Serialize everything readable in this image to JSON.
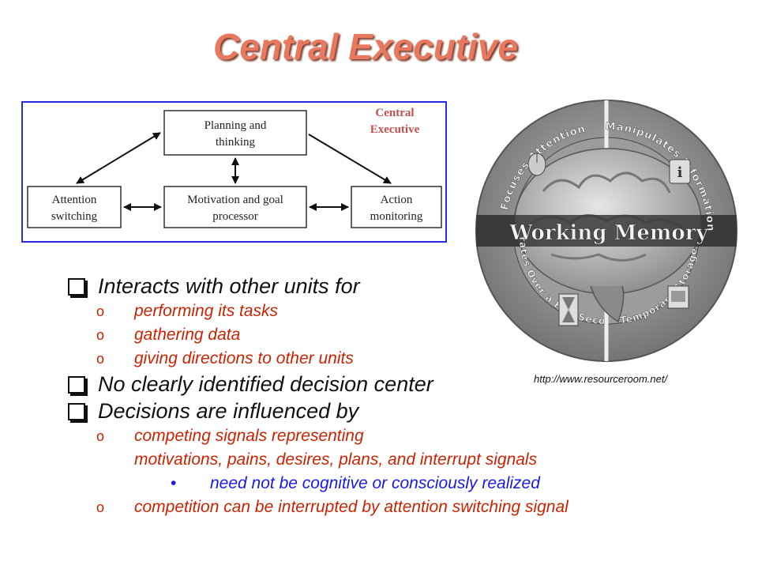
{
  "slide": {
    "title": "Central Executive",
    "source_url": "http://www.resourceroom.net/"
  },
  "diagram": {
    "label_line1": "Central",
    "label_line2": "Executive",
    "boxes": {
      "planning": [
        "Planning and",
        "thinking"
      ],
      "attention": [
        "Attention",
        "switching"
      ],
      "motivation": [
        "Motivation and goal",
        "processor"
      ],
      "action": [
        "Action",
        "monitoring"
      ]
    }
  },
  "wheel": {
    "center": "Working Memory",
    "segments": [
      "Focuses Attention",
      "Manipulates Information",
      "Operates Over a Few Seconds",
      "Temporary Storage"
    ]
  },
  "bullets": [
    {
      "text": "Interacts with other units for",
      "sub": [
        "performing its tasks",
        "gathering data",
        "giving directions to other units"
      ]
    },
    {
      "text": "No clearly identified decision center",
      "sub": []
    },
    {
      "text": "Decisions are influenced by",
      "sub": [
        "competing signals representing"
      ],
      "continuation": "motivations, pains, desires, plans, and interrupt signals",
      "sub3": [
        "need not be cognitive or consciously realized"
      ],
      "sub_after": [
        "competition can be interrupted by attention switching signal"
      ]
    }
  ],
  "colors": {
    "title": "#e8785e",
    "sub_bullet": "#cc2200",
    "sub3_bullet": "#1a1ae6",
    "diagram_border": "#2a2adf",
    "label": "#c0504d"
  }
}
